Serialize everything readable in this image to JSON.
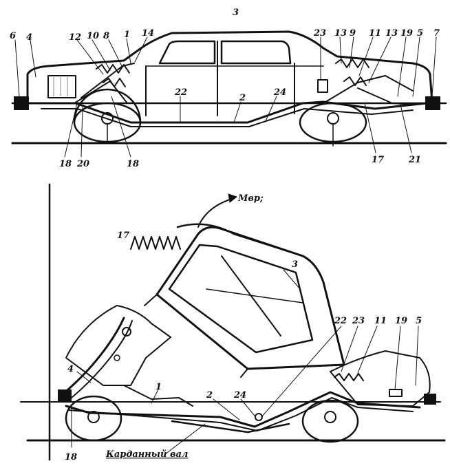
{
  "top_view": {
    "labels": [
      {
        "id": "l3",
        "text": "3"
      },
      {
        "id": "l6",
        "text": "6"
      },
      {
        "id": "l4",
        "text": "4"
      },
      {
        "id": "l12",
        "text": "12"
      },
      {
        "id": "l10",
        "text": "10"
      },
      {
        "id": "l8",
        "text": "8"
      },
      {
        "id": "l1",
        "text": "1"
      },
      {
        "id": "l14",
        "text": "14"
      },
      {
        "id": "l22",
        "text": "22"
      },
      {
        "id": "l2",
        "text": "2"
      },
      {
        "id": "l24",
        "text": "24"
      },
      {
        "id": "l23",
        "text": "23"
      },
      {
        "id": "l13a",
        "text": "13"
      },
      {
        "id": "l9",
        "text": "9"
      },
      {
        "id": "l11",
        "text": "11"
      },
      {
        "id": "l13b",
        "text": "13"
      },
      {
        "id": "l19",
        "text": "19"
      },
      {
        "id": "l5",
        "text": "5"
      },
      {
        "id": "l7",
        "text": "7"
      },
      {
        "id": "l18a",
        "text": "18"
      },
      {
        "id": "l20",
        "text": "20"
      },
      {
        "id": "l18b",
        "text": "18"
      },
      {
        "id": "l17",
        "text": "17"
      },
      {
        "id": "l21",
        "text": "21"
      }
    ]
  },
  "bottom_view": {
    "labels": [
      {
        "id": "b17",
        "text": "17"
      },
      {
        "id": "bM",
        "text": "Mвр;"
      },
      {
        "id": "b3",
        "text": "3"
      },
      {
        "id": "b4",
        "text": "4"
      },
      {
        "id": "b1",
        "text": "1"
      },
      {
        "id": "b2",
        "text": "2"
      },
      {
        "id": "b24",
        "text": "24"
      },
      {
        "id": "b22",
        "text": "22"
      },
      {
        "id": "b23",
        "text": "23"
      },
      {
        "id": "b11",
        "text": "11"
      },
      {
        "id": "b19",
        "text": "19"
      },
      {
        "id": "b5",
        "text": "5"
      },
      {
        "id": "b18",
        "text": "18"
      },
      {
        "id": "bCap",
        "text": "Карданный вал"
      }
    ]
  }
}
